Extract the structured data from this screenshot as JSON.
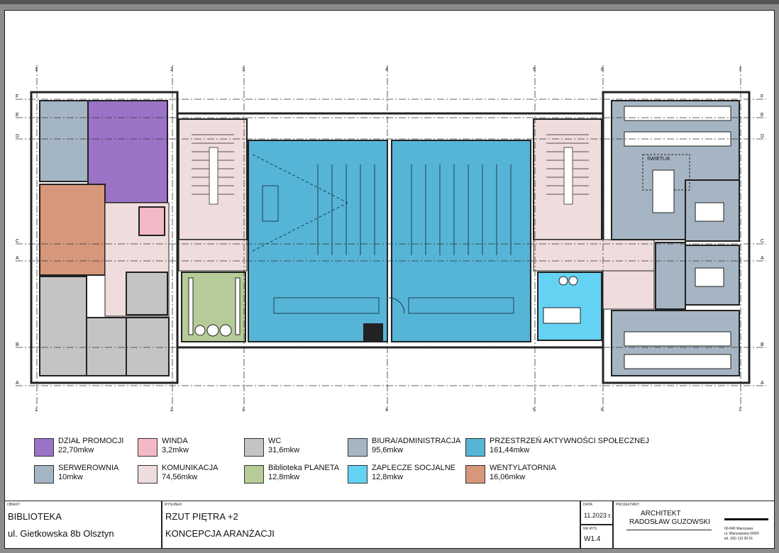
{
  "legend": [
    {
      "name": "DZIAŁ PROMOCJI",
      "area": "22,70mkw",
      "color": "#9b73c6"
    },
    {
      "name": "WINDA",
      "area": "3,2mkw",
      "color": "#f4b9c6"
    },
    {
      "name": "WC",
      "area": "31,6mkw",
      "color": "#c6c3c4"
    },
    {
      "name": "BIURA/ADMINISTRACJA",
      "area": "95,6mkw",
      "color": "#a6b5c3"
    },
    {
      "name": "PRZESTRZEŃ AKTYWNOŚCI SPOŁECZNEJ",
      "area": "161,44mkw",
      "color": "#56b5d6"
    },
    {
      "name": "SERWEROWNIA",
      "area": "10mkw",
      "color": "#a4b5c4"
    },
    {
      "name": "KOMUNIKACJA",
      "area": "74,56mkw",
      "color": "#efdcdc"
    },
    {
      "name": "Biblioteka PLANETA",
      "area": "12,8mkw",
      "color": "#b6cc98"
    },
    {
      "name": "ZAPLECZE SOCJALNE",
      "area": "12,8mkw",
      "color": "#64d3f3"
    },
    {
      "name": "WENTYLATORNIA",
      "area": "16,06mkw",
      "color": "#d7977a"
    }
  ],
  "plan": {
    "room_labels": {
      "skylight": "ŚWIETLIK"
    },
    "axes_top": [
      "1",
      "2",
      "3",
      "4",
      "5",
      "6",
      "7"
    ],
    "axes_side": [
      "F",
      "E",
      "D",
      "C",
      "A",
      "B",
      "A"
    ]
  },
  "title_block": {
    "object_caption": "OBIEKT:",
    "object_name": "BIBLIOTEKA",
    "object_address": "ul. Gietkowska 8b Olsztyn",
    "drawing_caption": "RYSUNEK:",
    "drawing_line1": "RZUT PIĘTRA +2",
    "drawing_line2": "KONCEPCJA ARANŻACJI",
    "date_caption": "DATA:",
    "date_value": "11.2023 r.",
    "number_caption": "NR RYS.",
    "number_value": "W1.4",
    "designer_caption": "PROJEKTANT:",
    "designer_title": "ARCHITEKT",
    "designer_name": "RADOSŁAW GUZOWSKI",
    "stamp_line1": "00-840 Warszawa",
    "stamp_line2": "ul. Warszawska 0/000",
    "stamp_line3": "tel. (00) 110 00 01"
  }
}
